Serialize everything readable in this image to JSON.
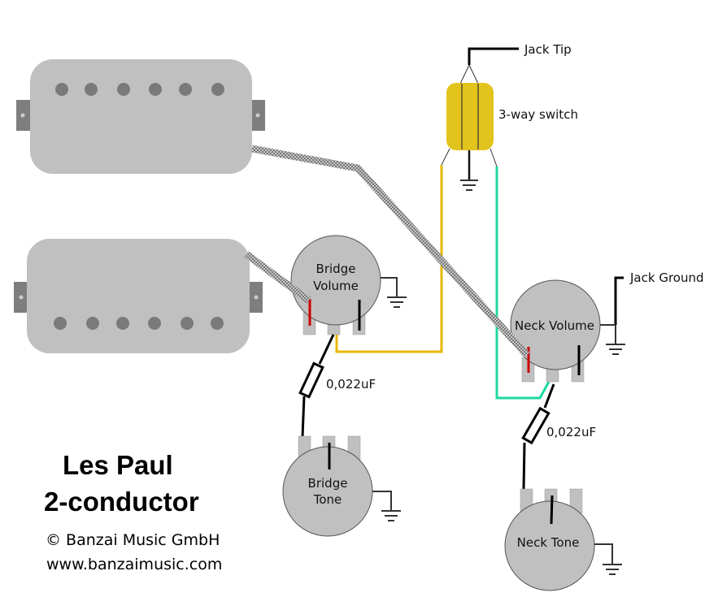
{
  "labels": {
    "jack_tip": "Jack Tip",
    "switch": "3-way switch",
    "jack_ground": "Jack Ground",
    "bridge_volume": [
      "Bridge",
      "Volume"
    ],
    "neck_volume": "Neck Volume",
    "bridge_tone": [
      "Bridge",
      "Tone"
    ],
    "neck_tone": "Neck Tone",
    "cap_bridge": "0,022uF",
    "cap_neck": "0,022uF"
  },
  "title": {
    "line1": "Les Paul",
    "line2": "2-conductor"
  },
  "credit": {
    "copyright": "© Banzai Music GmbH",
    "url": "www.banzaimusic.com"
  },
  "colors": {
    "pickup_body": "#c0c0c0",
    "pole": "#7a7a7a",
    "switch": "#e2c41c",
    "wire_yellow": "#e6b800",
    "wire_green": "#1dd9a0",
    "wire_red": "#cc0000",
    "pot": "#c0c0c0"
  }
}
